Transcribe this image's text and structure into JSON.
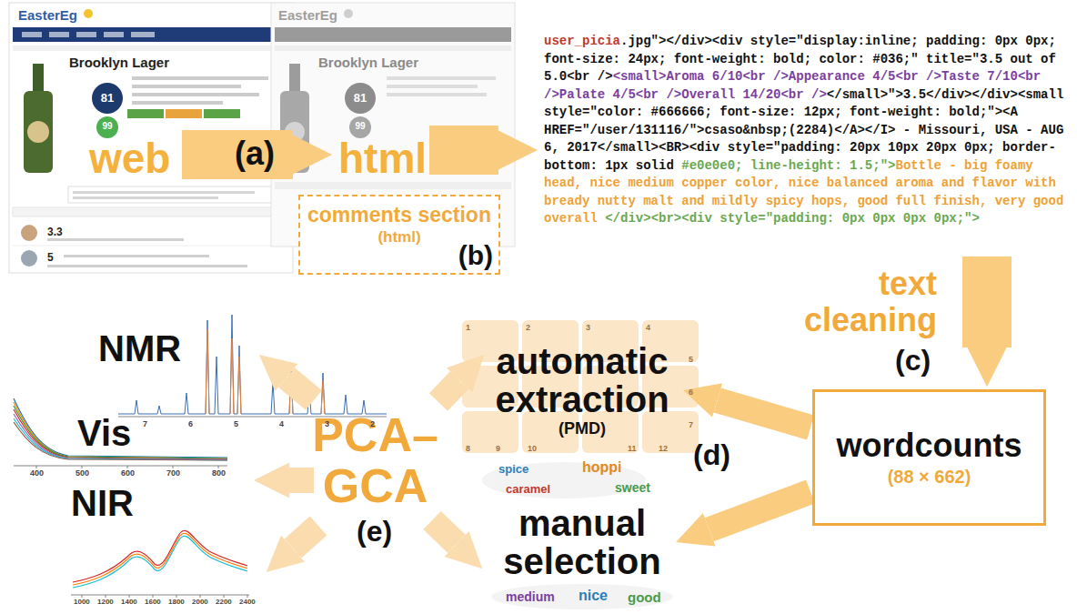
{
  "diagram": {
    "nodes": [
      {
        "text": [
          "comments section",
          "(html)",
          "(b)"
        ]
      },
      {
        "text": [
          "wordcounts",
          "(88 × 662)"
        ]
      },
      {
        "text": [
          "automatic extraction",
          "(PMD)"
        ]
      },
      {
        "text": [
          "manual selection"
        ]
      }
    ],
    "edges": [
      {
        "from": 1,
        "to": 2,
        "arrow": "to"
      },
      {
        "from": 1,
        "to": 3,
        "arrow": "to"
      }
    ],
    "labels": [
      "EasterEg",
      "Brooklyn Lager",
      "81",
      "99",
      "3.3",
      "5",
      "web",
      "(a)",
      "EasterEg",
      "Brooklyn Lager",
      "81",
      "99",
      "html",
      "user_picia",
      ".jpg\"></div><div style=\"display:inline; padding: 0px 0px; font-size: 24px; font-weight: bold; color: #036;\" title=\"3.5 out of 5.0<br />",
      "<small>Aroma 6/10<br />Appearance 4/5<br />Taste 7/10<br />Palate 4/5<br />Overall 14/20<br />",
      "</small>\">3.5</div></div><small style=\"color: #666666; font-size: 12px; font-weight: bold;\"><A HREF=\"/user/131116/\">csaso&nbsp;(2284)</A></I> - Missouri, USA - AUG 6, 2017</small><BR><div style=\"padding: 20px 10px 20px 0px; border-bottom: 1px solid",
      "#e0e0e0; line-height: 1.5;\">",
      "Bottle - big foamy head, nice medium copper color, nice balanced aroma and flavor with bready nutty malt and mildly spicy hops, good full finish, very good overall",
      "</div><br><div style=\"padding: 0px 0px 0px 0px;\">",
      "text cleaning",
      "(c)",
      "(d)",
      "1",
      "2",
      "3",
      "4",
      "5",
      "6",
      "7",
      "8",
      "9",
      "10",
      "11",
      "12",
      "spice",
      "hoppi",
      "caramel",
      "sweet",
      "medium",
      "nice",
      "good",
      "PCA–GCA",
      "(e)",
      "NMR",
      "7",
      "6",
      "5",
      "4",
      "3",
      "2",
      "Vis",
      "400",
      "500",
      "600",
      "700",
      "800",
      "NIR",
      "1000",
      "1200",
      "1400",
      "1600",
      "1800",
      "2000",
      "2200",
      "2400"
    ]
  }
}
